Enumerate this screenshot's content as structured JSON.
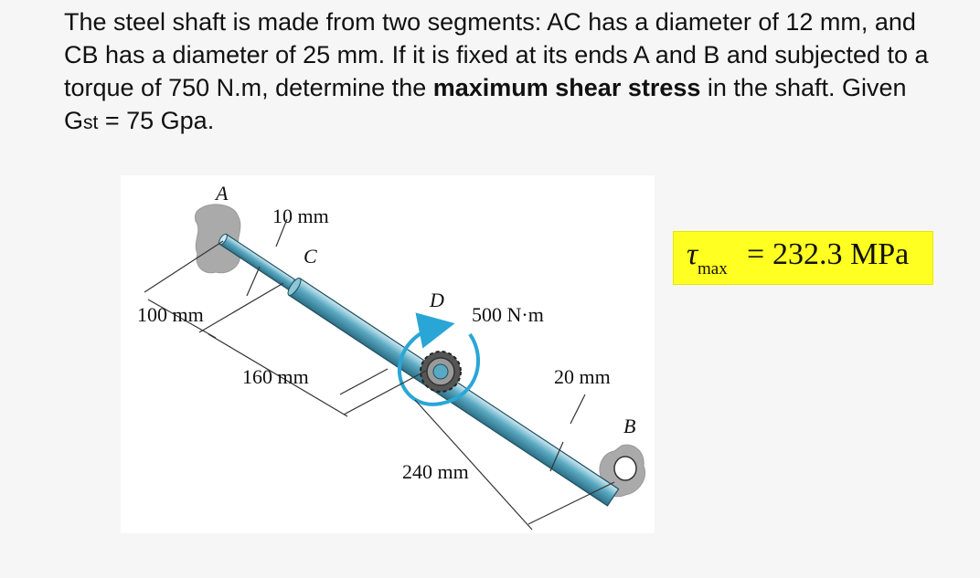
{
  "problem": {
    "part1": "The steel shaft is made from two segments: AC has a diameter of 12 mm, and CB has a diameter of 25 mm. If it is fixed at its ends A and B and subjected to a torque of 750 N.m, determine the ",
    "bold": "maximum shear stress",
    "part2": " in the shaft. Given G",
    "g_sub": "st",
    "part3": " = 75 Gpa."
  },
  "figure": {
    "label_A": "A",
    "label_B": "B",
    "label_C": "C",
    "label_D": "D",
    "dim_10mm": "10 mm",
    "dim_100mm": "100 mm",
    "dim_160mm": "160 mm",
    "dim_240mm": "240 mm",
    "dim_20mm": "20 mm",
    "torque": "500 N·m"
  },
  "answer": {
    "symbol": "τ",
    "subscript": "max",
    "equals": "=",
    "value": "232.3 MPa"
  },
  "colors": {
    "highlight": "#ffff22",
    "shaft": "#5aa9c2",
    "torque_arrow": "#2aa6d6",
    "support": "#aaaaaa"
  }
}
